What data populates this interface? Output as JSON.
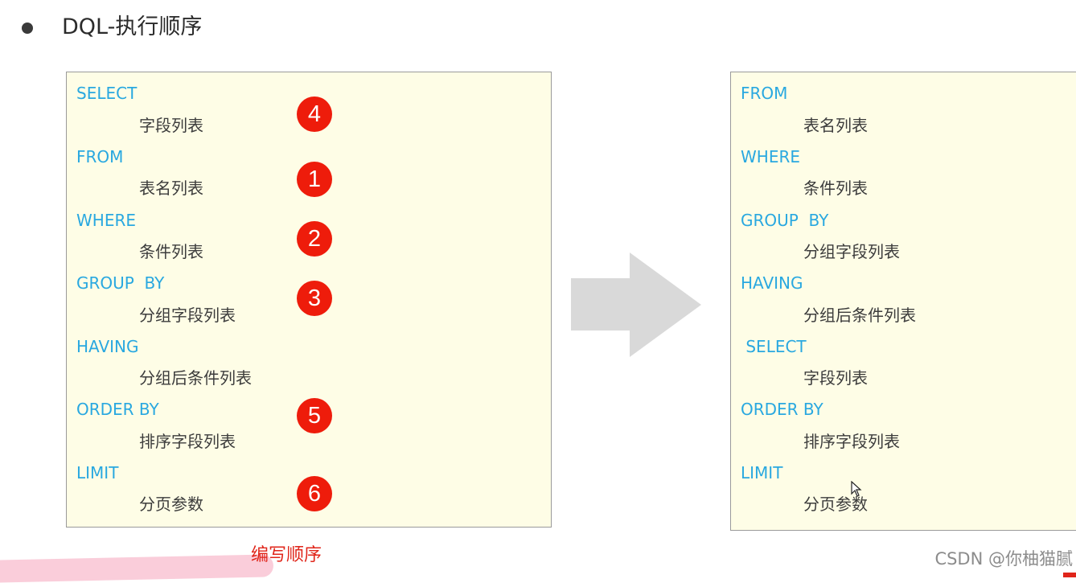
{
  "slide": {
    "title": "DQL-执行顺序"
  },
  "writing_order": {
    "clauses": [
      {
        "keyword": "SELECT",
        "argument": "字段列表",
        "step": "4"
      },
      {
        "keyword": "FROM",
        "argument": "表名列表",
        "step": "1"
      },
      {
        "keyword": "WHERE",
        "argument": "条件列表",
        "step": "2"
      },
      {
        "keyword": "GROUP  BY",
        "argument": "分组字段列表",
        "step": "3"
      },
      {
        "keyword": "HAVING",
        "argument": "分组后条件列表",
        "step": ""
      },
      {
        "keyword": "ORDER BY",
        "argument": "排序字段列表",
        "step": "5"
      },
      {
        "keyword": "LIMIT",
        "argument": "分页参数",
        "step": "6"
      }
    ],
    "caption": "编写顺序"
  },
  "execution_order": {
    "clauses": [
      {
        "keyword": "FROM",
        "argument": "表名列表"
      },
      {
        "keyword": "WHERE",
        "argument": "条件列表"
      },
      {
        "keyword": "GROUP  BY",
        "argument": "分组字段列表"
      },
      {
        "keyword": "HAVING",
        "argument": "分组后条件列表"
      },
      {
        "keyword": " SELECT",
        "argument": "字段列表"
      },
      {
        "keyword": "ORDER BY",
        "argument": "排序字段列表"
      },
      {
        "keyword": "LIMIT",
        "argument": "分页参数"
      }
    ]
  },
  "watermark": "CSDN @你柚猫腻",
  "colors": {
    "keyword": "#29a8e0",
    "panel_bg": "#fefde6",
    "badge": "#ee1c0b",
    "caption": "#e0251a",
    "arrow": "#d9d9d9"
  },
  "icons": {
    "bullet": "filled-circle",
    "arrow": "right-arrow",
    "cursor": "mouse-pointer"
  }
}
